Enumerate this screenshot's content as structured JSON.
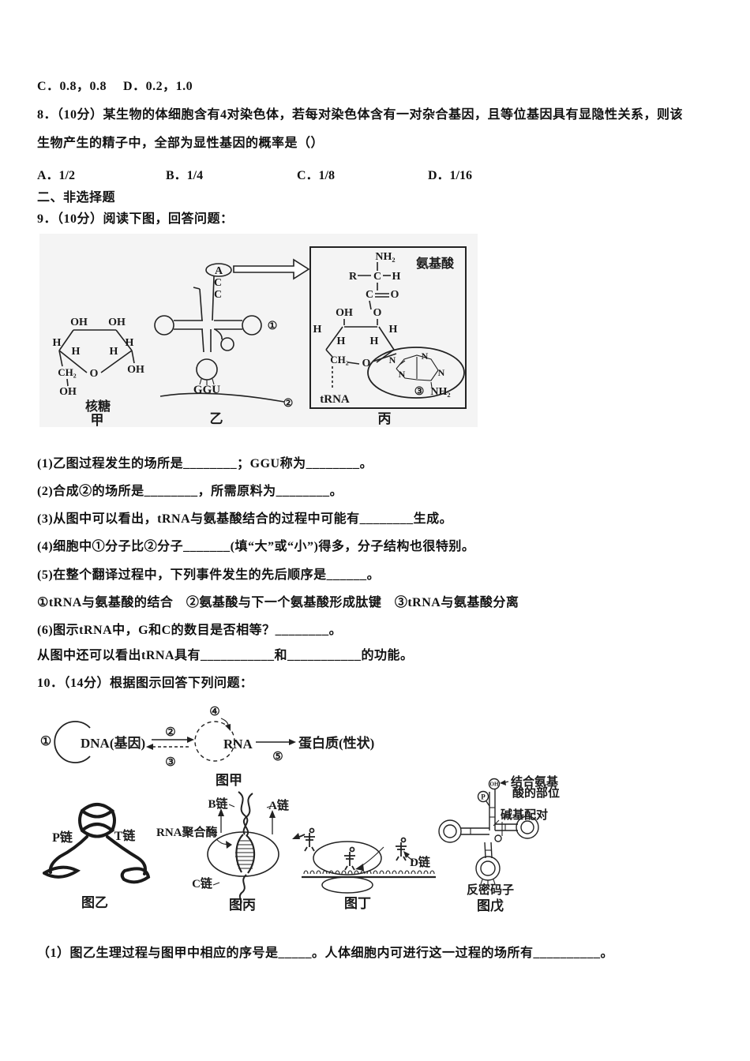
{
  "q7_tail": {
    "options_cd": "C．0.8，0.8　 D．0.2，1.0"
  },
  "q8": {
    "stem_line1": "8．（10分）某生物的体细胞含有4对染色体，若每对染色体含有一对杂合基因，且等位基因具有显隐性关系，则该",
    "stem_line2": "生物产生的精子中，全部为显性基因的概率是（）",
    "options": [
      "A．1/2",
      "B．1/4",
      "C．1/8",
      "D．1/16"
    ]
  },
  "section2": {
    "heading": "二、非选择题"
  },
  "q9": {
    "stem": "9．（10分）阅读下图，回答问题：",
    "figure": {
      "jia": {
        "oh_top_left": "OH",
        "oh_top_right": "OH",
        "h_left": "H",
        "h_inner_left": "H",
        "h_inner_right": "H",
        "h_right": "H",
        "ch2": "CH₂",
        "ring_o": "O",
        "oh_right": "OH",
        "oh_bottom": "OH",
        "name": "核糖",
        "caption": "甲"
      },
      "yi": {
        "a": "A",
        "c1": "C",
        "c2": "C",
        "anticodon": "GGU",
        "mark1": "①",
        "mark2": "②",
        "caption": "乙"
      },
      "bing": {
        "nh2_top": "NH₂",
        "title": "氨基酸",
        "r": "R",
        "c": "C",
        "h": "H",
        "c2": "C",
        "o2": "O",
        "oh": "OH",
        "o_ester": "O",
        "h_left": "H",
        "h_inner_left": "H",
        "h_inner_right": "H",
        "h_right": "H",
        "ch2": "CH₂",
        "ring_o": "O",
        "n1": "N",
        "n2": "N",
        "n3": "N",
        "n4": "N",
        "mark3": "③",
        "nh2_base": "NH₂",
        "trna": "tRNA",
        "caption": "丙"
      }
    },
    "subs": [
      "(1)乙图过程发生的场所是________；GGU称为________。",
      "(2)合成②的场所是________，所需原料为________。",
      "(3)从图中可以看出，tRNA与氨基酸结合的过程中可能有________生成。",
      "(4)细胞中①分子比②分子_______(填“大”或“小”)得多，分子结构也很特别。",
      "(5)在整个翻译过程中，下列事件发生的先后顺序是______。",
      "①tRNA与氨基酸的结合　②氨基酸与下一个氨基酸形成肽键　③tRNA与氨基酸分离",
      "(6)图示tRNA中，G和C的数目是否相等？________。",
      "从图中还可以看出tRNA具有___________和___________的功能。"
    ]
  },
  "q10": {
    "stem": "10．（14分）根据图示回答下列问题：",
    "fig_jia": {
      "mark1": "①",
      "dna": "DNA(基因)",
      "mark2": "②",
      "mark3": "③",
      "mark4": "④",
      "rna": "RNA",
      "mark5": "⑤",
      "protein": "蛋白质(性状)",
      "caption": "图甲"
    },
    "fig_yi": {
      "p_chain": "P链",
      "t_chain": "T链",
      "caption": "图乙"
    },
    "fig_bing": {
      "b_chain": "B链",
      "a_chain": "A链",
      "enzyme": "RNA聚合酶",
      "c_chain": "C链",
      "caption": "图丙"
    },
    "fig_ding": {
      "d_chain": "D链",
      "caption": "图丁"
    },
    "fig_wu": {
      "oh": "OH",
      "p": "P",
      "site_line1": "结合氨基",
      "site_line2": "酸的部位",
      "base_pairing": "碱基配对",
      "anticodon_label": "反密码子",
      "caption": "图戊"
    },
    "sub1": "（1）图乙生理过程与图甲中相应的序号是_____。人体细胞内可进行这一过程的场所有__________。"
  }
}
